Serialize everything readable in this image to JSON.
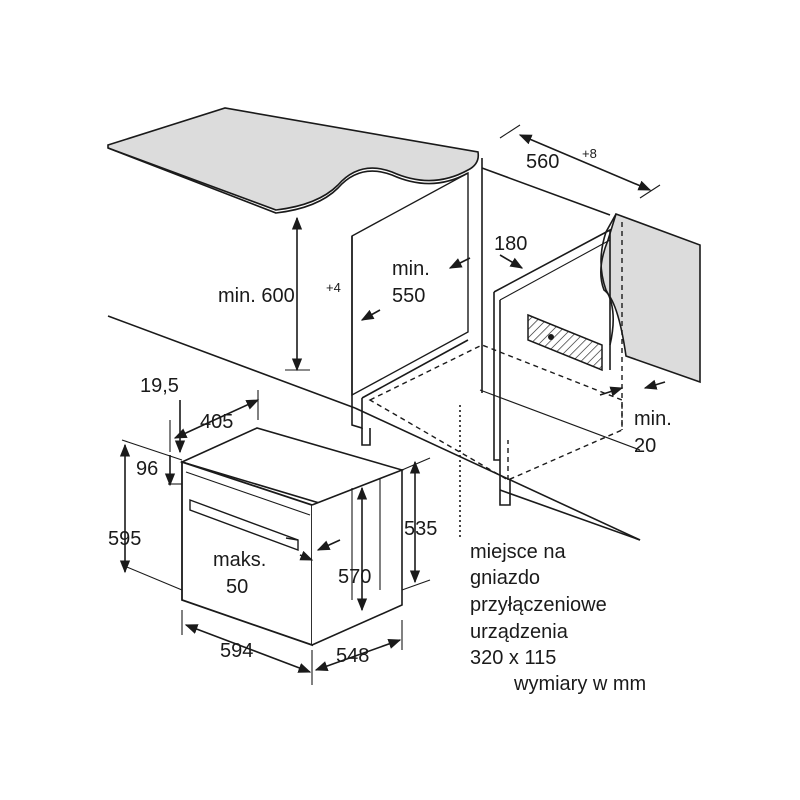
{
  "dimensions": {
    "width_top": "560",
    "width_top_tol": "+8",
    "cabinet_height": "min. 600",
    "cabinet_height_tol": "+4",
    "depth_min_line1": "min.",
    "depth_min_line2": "550",
    "gap_back": "180",
    "side_min_line1": "min.",
    "side_min_line2": "20",
    "offset_top": "19,5",
    "front_depth": "405",
    "panel_height": "96",
    "total_height": "595",
    "inner_height_right": "535",
    "oven_inner_height": "570",
    "handle_line1": "maks.",
    "handle_line2": "50",
    "front_width": "594",
    "total_depth": "548"
  },
  "note": {
    "line1": "miejsce na",
    "line2": "gniazdo",
    "line3": "przyłączeniowe",
    "line4": "urządzenia",
    "line5": "320 x 115"
  },
  "units_label": "wymiary w mm"
}
